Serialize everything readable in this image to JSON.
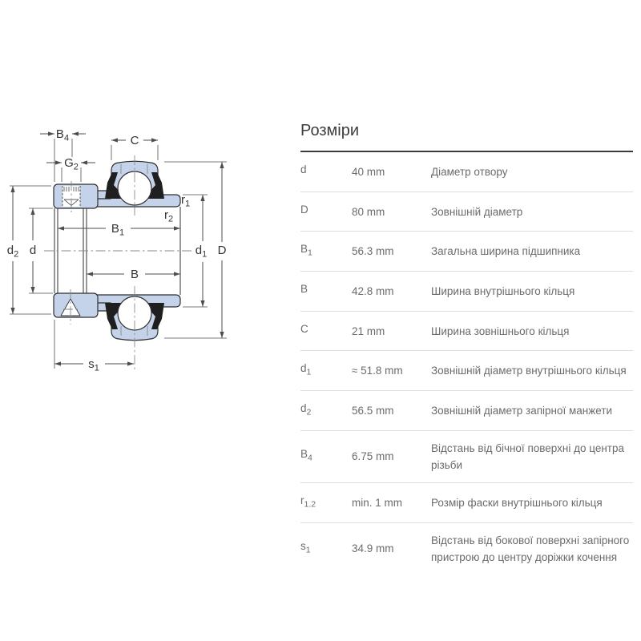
{
  "drawing": {
    "colors": {
      "fill": "#c5d3ea",
      "outline": "#2f2f2f",
      "dimension": "#4d4d4d",
      "centerline": "#8a8a8a",
      "seal": "#1f1f1f"
    },
    "labels": {
      "B4": {
        "base": "B",
        "sub": "4"
      },
      "G2": {
        "base": "G",
        "sub": "2"
      },
      "C": {
        "base": "C",
        "sub": ""
      },
      "r1": {
        "base": "r",
        "sub": "1"
      },
      "r2": {
        "base": "r",
        "sub": "2"
      },
      "B1": {
        "base": "B",
        "sub": "1"
      },
      "B": {
        "base": "B",
        "sub": ""
      },
      "d": {
        "base": "d",
        "sub": ""
      },
      "d2": {
        "base": "d",
        "sub": "2"
      },
      "d1": {
        "base": "d",
        "sub": "1"
      },
      "D": {
        "base": "D",
        "sub": ""
      },
      "s1": {
        "base": "s",
        "sub": "1"
      }
    }
  },
  "table": {
    "title": "Розміри",
    "rows": [
      {
        "sym": "d",
        "sub": "",
        "value": "40 mm",
        "desc": "Діаметр отвору"
      },
      {
        "sym": "D",
        "sub": "",
        "value": "80 mm",
        "desc": "Зовнішній діаметр"
      },
      {
        "sym": "B",
        "sub": "1",
        "value": "56.3 mm",
        "desc": "Загальна ширина підшипника"
      },
      {
        "sym": "B",
        "sub": "",
        "value": "42.8 mm",
        "desc": "Ширина внутрішнього кільця"
      },
      {
        "sym": "C",
        "sub": "",
        "value": "21 mm",
        "desc": "Ширина зовнішнього кільця"
      },
      {
        "sym": "d",
        "sub": "1",
        "value": "≈ 51.8 mm",
        "desc": "Зовнішній діаметр внутрішнього кільця"
      },
      {
        "sym": "d",
        "sub": "2",
        "value": "56.5 mm",
        "desc": "Зовнішній діаметр запірної манжети"
      },
      {
        "sym": "B",
        "sub": "4",
        "value": "6.75 mm",
        "desc": "Відстань від бічної поверхні до центра різьби"
      },
      {
        "sym": "r",
        "sub": "1.2",
        "value": "min. 1 mm",
        "desc": "Розмір фаски внутрішнього кільця"
      },
      {
        "sym": "s",
        "sub": "1",
        "value": "34.9 mm",
        "desc": "Відстань від бокової поверхні запірного пристрою до центру доріжки кочення"
      }
    ]
  }
}
